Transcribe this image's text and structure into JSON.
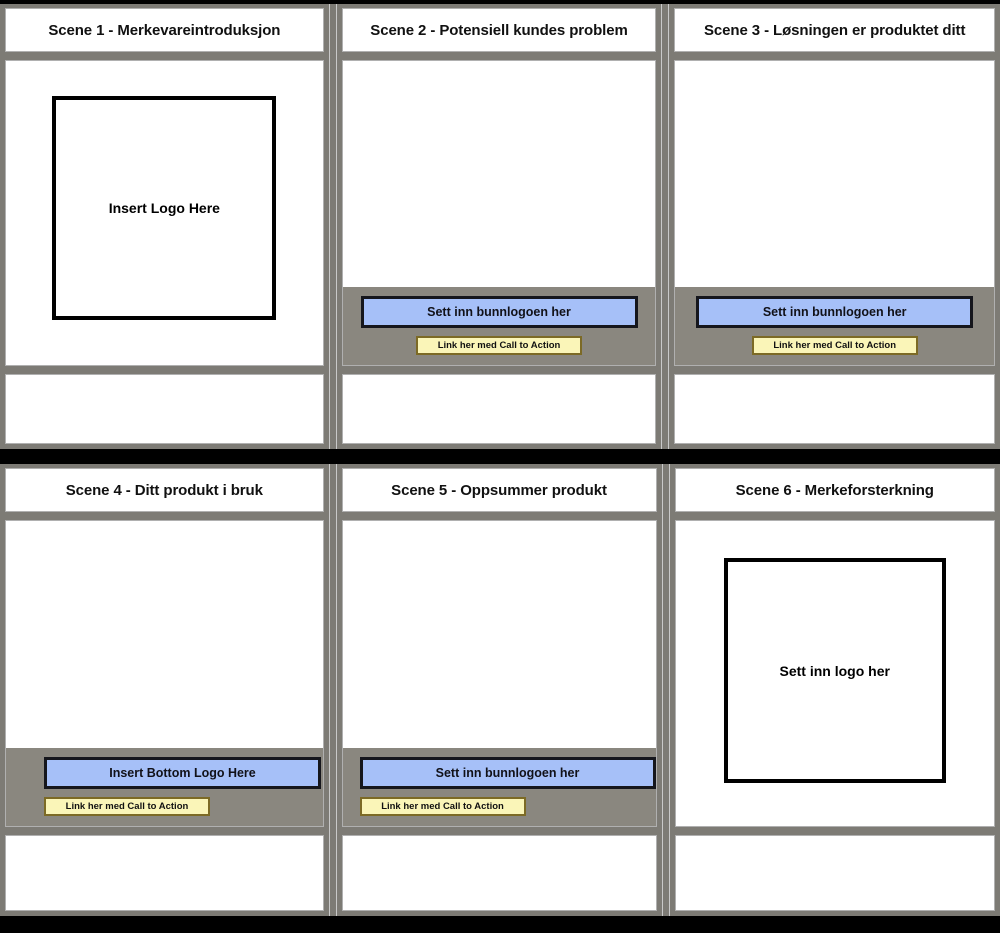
{
  "document": {
    "type": "storyboard",
    "background_color": "#000000",
    "panel_gray": "#7d7b75",
    "accent_blue": "#a6c0f8",
    "accent_yellow": "#faf5b8",
    "rows": 2,
    "columns": 3
  },
  "labels": {
    "insert_logo_here": "Insert Logo Here",
    "sett_inn_logo_her": "Sett inn logo her",
    "sett_inn_bunnlogoen_her": "Sett inn bunnlogoen her",
    "insert_bottom_logo_here": "Insert Bottom Logo Here",
    "link_cta": "Link her med Call to Action"
  },
  "scenes": [
    {
      "id": "scene-1",
      "title": "Scene 1 - Merkevareintroduksjon",
      "center_logo_label": "Insert Logo Here",
      "has_center_logo": true,
      "has_bottom_strip": false,
      "bottom_logo_label": "",
      "cta_label": ""
    },
    {
      "id": "scene-2",
      "title": "Scene 2 - Potensiell kundes problem",
      "center_logo_label": "",
      "has_center_logo": false,
      "has_bottom_strip": true,
      "bottom_logo_label": "Sett inn bunnlogoen her",
      "cta_label": "Link her med Call to Action"
    },
    {
      "id": "scene-3",
      "title": "Scene 3 - Løsningen er produktet ditt",
      "center_logo_label": "",
      "has_center_logo": false,
      "has_bottom_strip": true,
      "bottom_logo_label": "Sett inn bunnlogoen her",
      "cta_label": "Link her med Call to Action"
    },
    {
      "id": "scene-4",
      "title": "Scene 4 - Ditt produkt i bruk",
      "center_logo_label": "",
      "has_center_logo": false,
      "has_bottom_strip": true,
      "bottom_logo_label": "Insert Bottom Logo Here",
      "cta_label": "Link her med Call to Action"
    },
    {
      "id": "scene-5",
      "title": "Scene 5 - Oppsummer produkt",
      "center_logo_label": "",
      "has_center_logo": false,
      "has_bottom_strip": true,
      "bottom_logo_label": "Sett inn bunnlogoen her",
      "cta_label": "Link her med Call to Action"
    },
    {
      "id": "scene-6",
      "title": "Scene 6 - Merkeforsterkning",
      "center_logo_label": "Sett inn logo her",
      "has_center_logo": true,
      "has_bottom_strip": false,
      "bottom_logo_label": "",
      "cta_label": ""
    }
  ]
}
